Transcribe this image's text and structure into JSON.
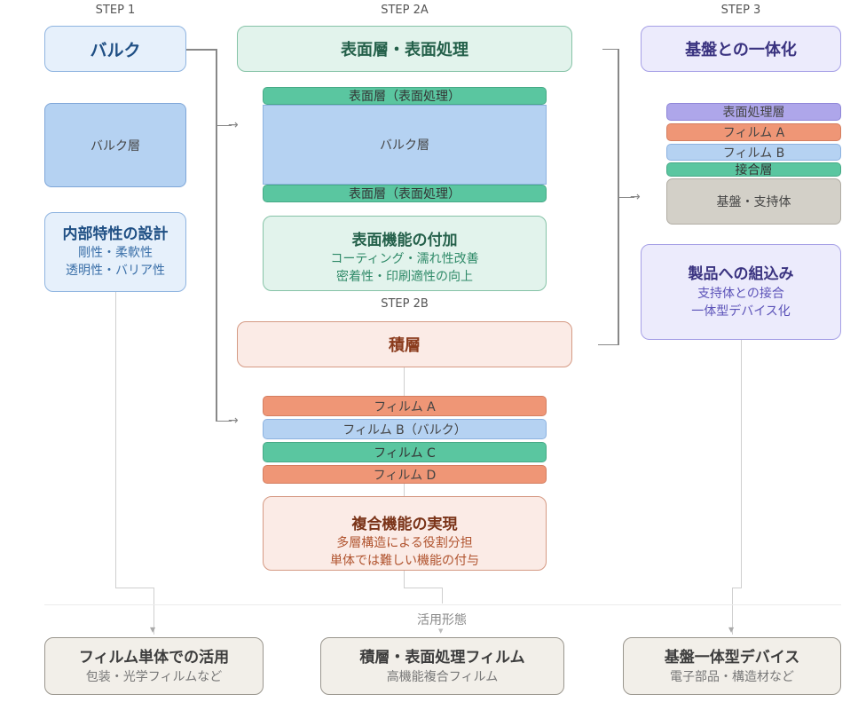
{
  "steps": {
    "step1": "STEP 1",
    "step2a": "STEP 2A",
    "step2b": "STEP 2B",
    "step3": "STEP 3"
  },
  "step1": {
    "header": "バルク",
    "layer": "バルク層",
    "design": {
      "title": "内部特性の設計",
      "lines": [
        "剛性・柔軟性",
        "透明性・バリア性"
      ]
    }
  },
  "step2a": {
    "header": "表面層・表面処理",
    "stack": {
      "top": "表面層（表面処理）",
      "middle": "バルク層",
      "bottom": "表面層（表面処理）"
    },
    "function": {
      "title": "表面機能の付加",
      "lines": [
        "コーティング・濡れ性改善",
        "密着性・印刷適性の向上"
      ]
    }
  },
  "step2b": {
    "header": "積層",
    "stack": [
      "フィルム A",
      "フィルム B（バルク）",
      "フィルム C",
      "フィルム D"
    ],
    "function": {
      "title": "複合機能の実現",
      "lines": [
        "多層構造による役割分担",
        "単体では難しい機能の付与"
      ]
    }
  },
  "step3": {
    "header": "基盤との一体化",
    "stack": [
      "表面処理層",
      "フィルム A",
      "フィルム B",
      "接合層",
      "基盤・支持体"
    ],
    "function": {
      "title": "製品への組込み",
      "lines": [
        "支持体との接合",
        "一体型デバイス化"
      ]
    }
  },
  "usage": {
    "label": "活用形態",
    "items": [
      {
        "title": "フィルム単体での活用",
        "sub": "包装・光学フィルムなど"
      },
      {
        "title": "積層・表面処理フィルム",
        "sub": "高機能複合フィルム"
      },
      {
        "title": "基盤一体型デバイス",
        "sub": "電子部品・構造材など"
      }
    ]
  },
  "colors": {
    "bulk": "#b5d2f2",
    "surface": "#5ac6a0",
    "film_orange": "#ef9676",
    "surface_treatment_purple": "#aea6ea",
    "substrate": "#d3d0c8"
  }
}
